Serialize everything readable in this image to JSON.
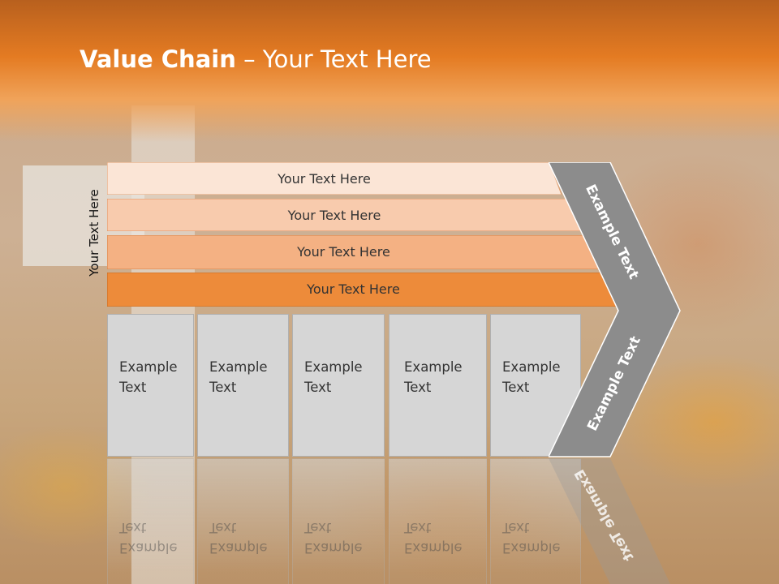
{
  "slide": {
    "title_bold": "Value Chain",
    "title_rest": " – Your Text Here",
    "side_label": "Your Text Here"
  },
  "bands": [
    {
      "label": "Your Text Here",
      "color": "#fbe5d6"
    },
    {
      "label": "Your Text Here",
      "color": "#f8cbad"
    },
    {
      "label": "Your Text Here",
      "color": "#f4b183"
    },
    {
      "label": "Your Text Here",
      "color": "#ed8b3a"
    }
  ],
  "boxes": [
    {
      "line1": "Example",
      "line2": "Text"
    },
    {
      "line1": "Example",
      "line2": "Text"
    },
    {
      "line1": "Example",
      "line2": "Text"
    },
    {
      "line1": "Example",
      "line2": "Text"
    },
    {
      "line1": "Example",
      "line2": "Text"
    }
  ],
  "chevron": {
    "upper_label": "Example Text",
    "lower_label": "Example Text",
    "color": "#8c8c8c"
  }
}
